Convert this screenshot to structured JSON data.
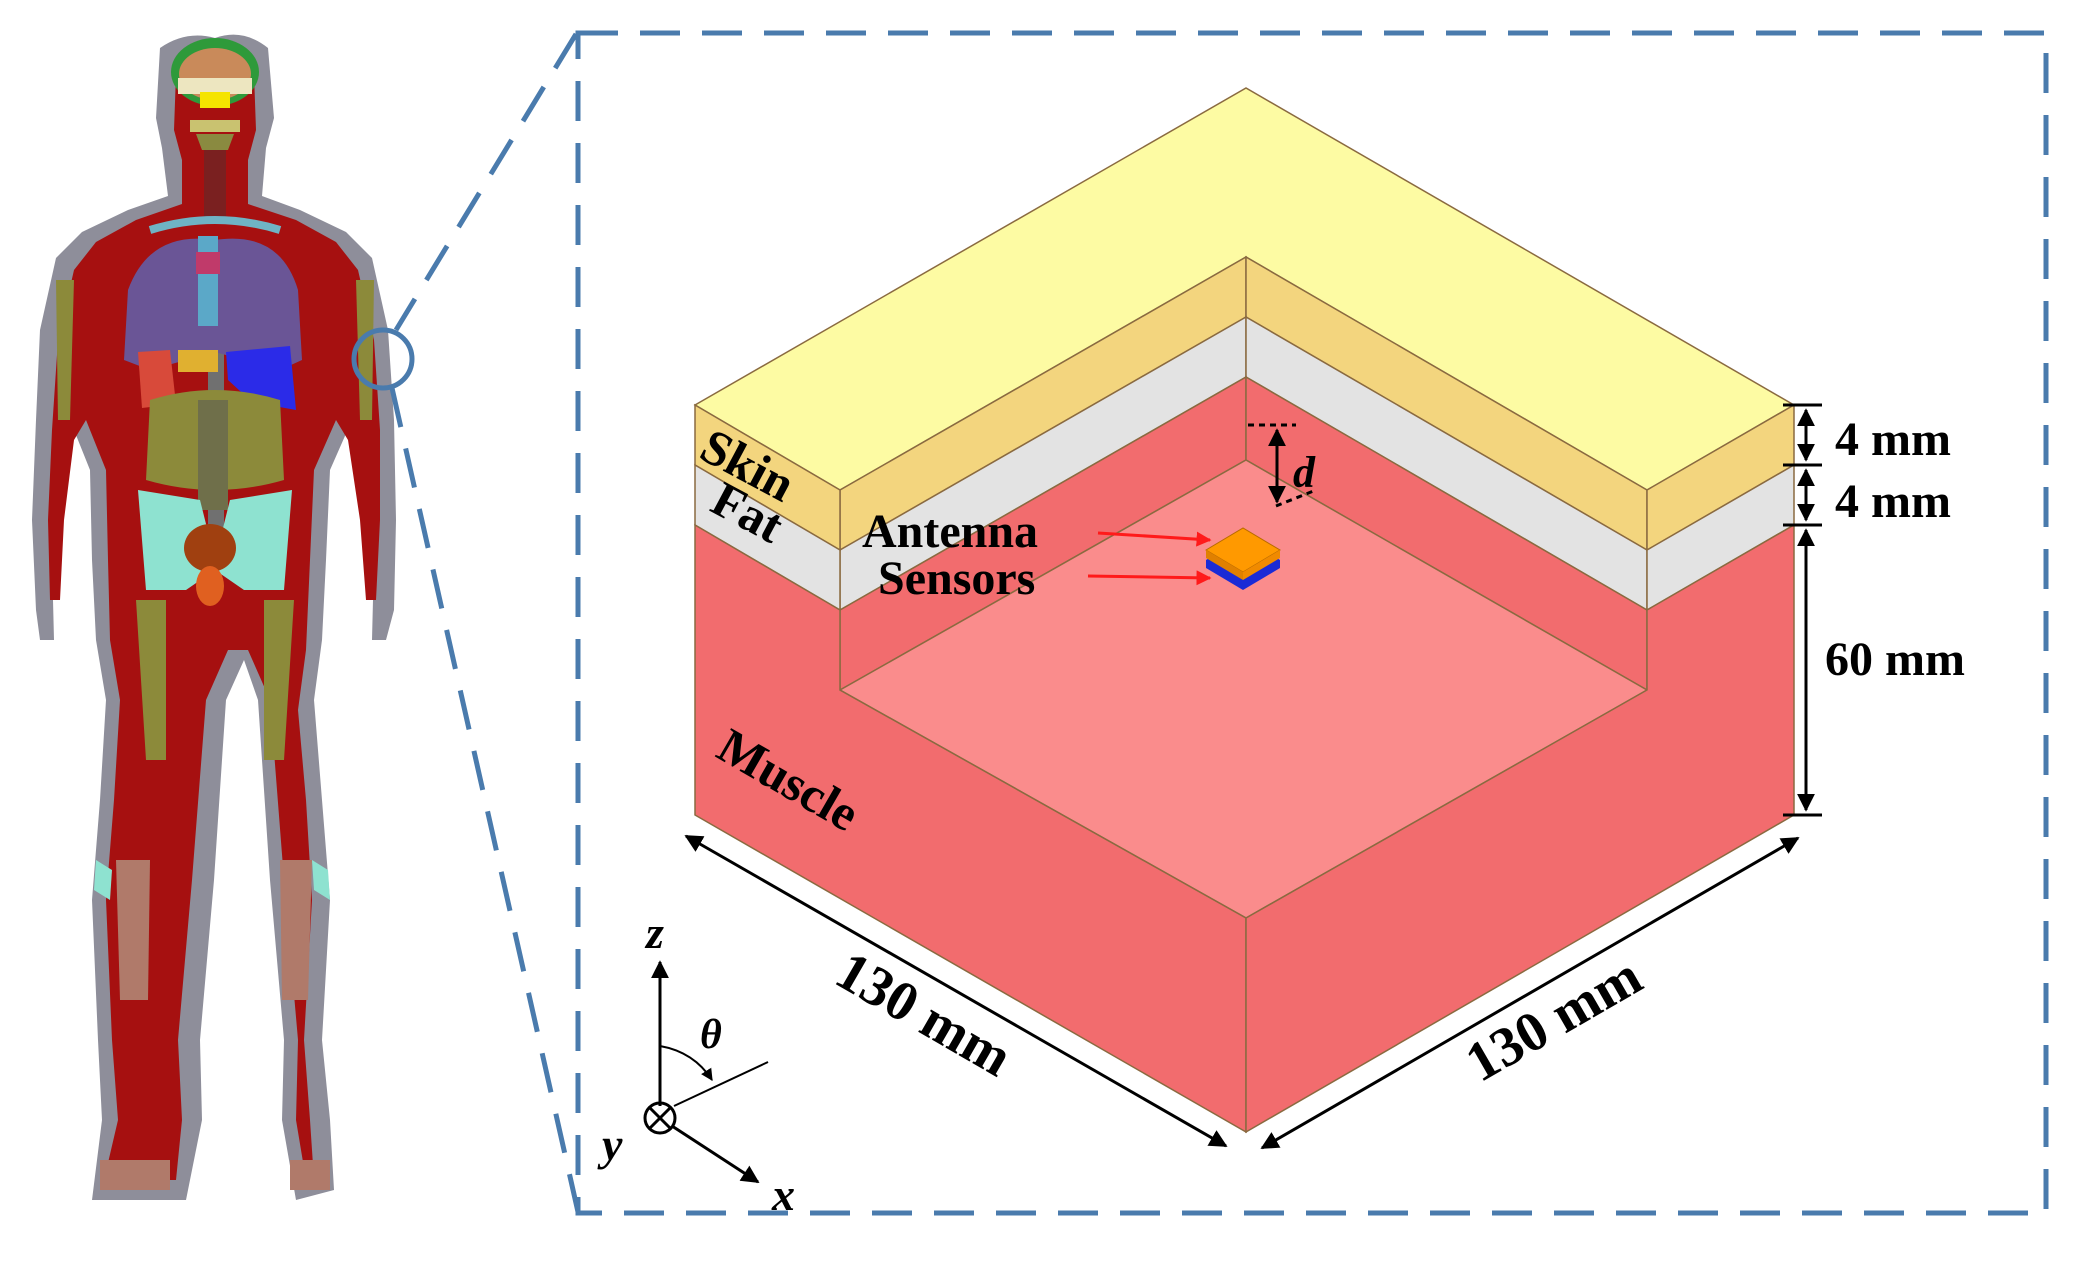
{
  "layers": {
    "skin": "Skin",
    "fat": "Fat",
    "muscle": "Muscle"
  },
  "components": {
    "antenna": "Antenna",
    "sensors": "Sensors"
  },
  "dimensions": {
    "skin_thickness": "4 mm",
    "fat_thickness": "4 mm",
    "muscle_thickness": "60 mm",
    "length_left": "130 mm",
    "length_right": "130 mm",
    "depth_symbol": "d"
  },
  "axes": {
    "z": "z",
    "x": "x",
    "y": "y",
    "theta": "θ"
  },
  "colors": {
    "skin": "#FDFBA3",
    "skin_side": "#F3D57E",
    "fat": "#E3E3E3",
    "muscle_outer": "#F26C6E",
    "muscle_inner": "#FA8C8C",
    "body_muscle": "#A61010",
    "lungs": "#6A5596",
    "liver": "#2B2BE8",
    "bone": "#8C8A3A",
    "zoom_frame": "#4A7BAD",
    "antenna": "#FF9900",
    "sensor": "#1A2BD6",
    "arrow": "#FF1A1A"
  }
}
